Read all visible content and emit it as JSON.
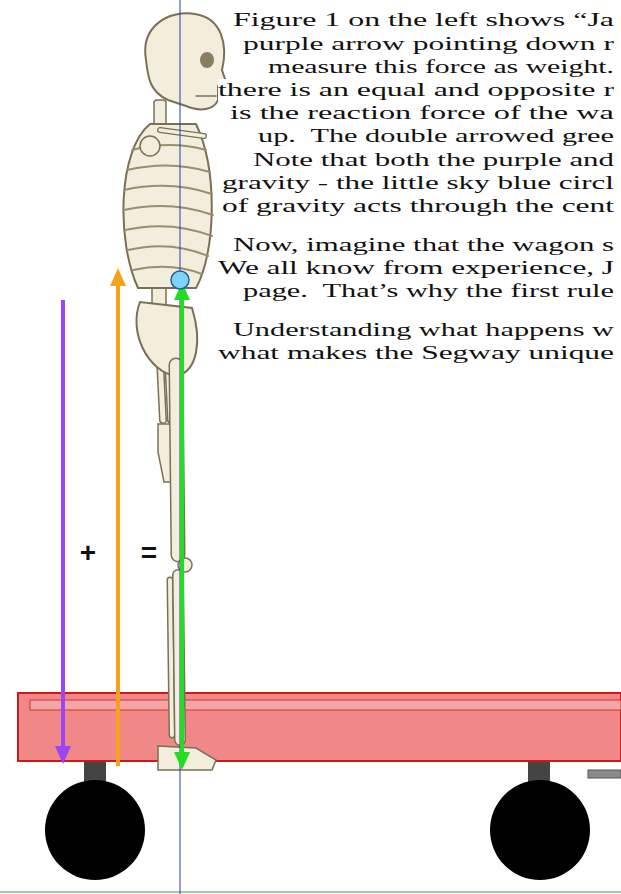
{
  "diagram": {
    "labels": [
      "Figure 1 on the left shows “Ja",
      "purple arrow pointing down r",
      "measure this force as weight.",
      "there is an equal and opposite r",
      "is the reaction force of the wa",
      "up.  The double arrowed gree",
      "Note that both the purple and",
      "gravity - the little sky blue circl",
      "of gravity acts through the cent",
      "Now, imagine that the wagon s",
      "We all know from experience, J",
      "page.  That’s why the first rule",
      "Understanding what happens w",
      "what makes the Segway unique",
      "+",
      "="
    ]
  }
}
